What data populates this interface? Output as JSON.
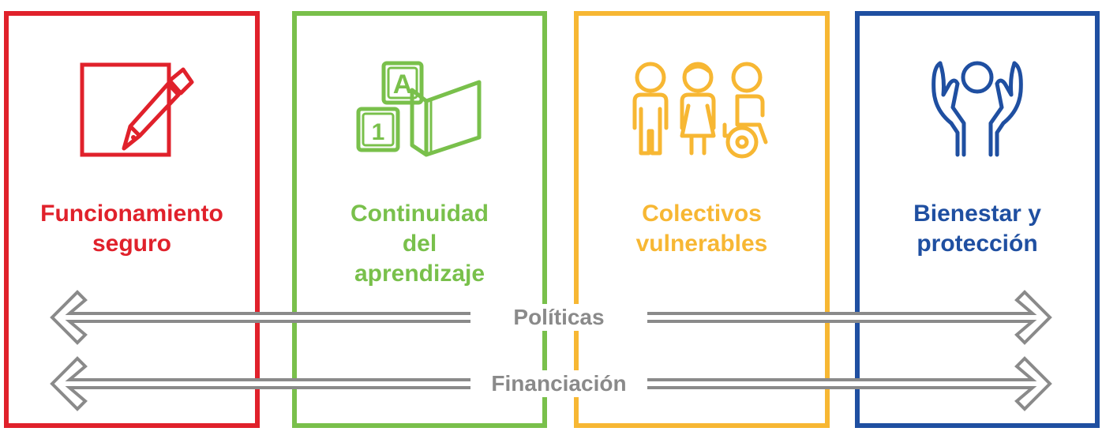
{
  "colors": {
    "red": "#e0212b",
    "green": "#79c04b",
    "orange": "#f7b733",
    "blue": "#1f4fa1",
    "arrow": "#8a8a8a"
  },
  "pillars": [
    {
      "icon": "pen-paper-icon",
      "color": "#e0212b",
      "lines": [
        "Funcionamiento",
        "seguro"
      ]
    },
    {
      "icon": "blocks-book-icon",
      "color": "#79c04b",
      "lines": [
        "Continuidad",
        "del",
        "aprendizaje"
      ]
    },
    {
      "icon": "children-wheelchair-icon",
      "color": "#f7b733",
      "lines": [
        "Colectivos",
        "vulnerables"
      ]
    },
    {
      "icon": "hands-protecting-icon",
      "color": "#1f4fa1",
      "lines": [
        "Bienestar y",
        "protección"
      ]
    }
  ],
  "bands": [
    {
      "label": "Políticas"
    },
    {
      "label": "Financiación"
    }
  ]
}
